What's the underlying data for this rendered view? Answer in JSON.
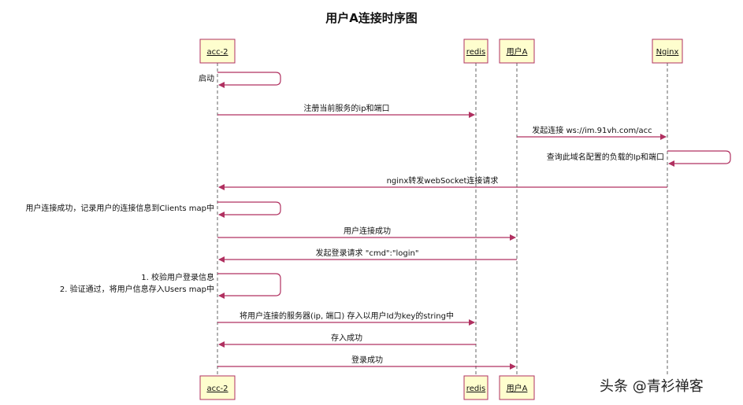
{
  "title": "用户A连接时序图",
  "participants": [
    {
      "id": "acc",
      "label": "acc-2"
    },
    {
      "id": "redis",
      "label": "redis"
    },
    {
      "id": "userA",
      "label": "用户A"
    },
    {
      "id": "nginx",
      "label": "Nginx"
    }
  ],
  "bottom_participants": [
    {
      "ref": "acc",
      "label": "acc-2"
    },
    {
      "ref": "redis",
      "label": "redis"
    },
    {
      "ref": "userA",
      "label": "用户A"
    }
  ],
  "messages": [
    {
      "from": "acc",
      "to": "acc",
      "label": "启动"
    },
    {
      "from": "acc",
      "to": "redis",
      "label": "注册当前服务的ip和端口"
    },
    {
      "from": "userA",
      "to": "nginx",
      "label": "发起连接 ws://im.91vh.com/acc"
    },
    {
      "from": "nginx",
      "to": "nginx",
      "label": "查询此域名配置的负载的Ip和端口"
    },
    {
      "from": "nginx",
      "to": "acc",
      "label": "nginx转发webSocket连接请求"
    },
    {
      "from": "acc",
      "to": "acc",
      "label": "用户连接成功，记录用户的连接信息到Clients map中"
    },
    {
      "from": "acc",
      "to": "userA",
      "label": "用户连接成功"
    },
    {
      "from": "userA",
      "to": "acc",
      "label": "发起登录请求 \"cmd\":\"login\""
    },
    {
      "from": "acc",
      "to": "acc",
      "label": "1. 校验用户登录信息",
      "label2": "2. 验证通过，将用户信息存入Users map中"
    },
    {
      "from": "acc",
      "to": "redis",
      "label": "将用户连接的服务器(ip, 端口) 存入以用户Id为key的string中"
    },
    {
      "from": "redis",
      "to": "acc",
      "label": "存入成功"
    },
    {
      "from": "acc",
      "to": "userA",
      "label": "登录成功"
    }
  ],
  "watermark": "头条 @青衫禅客",
  "colors": {
    "arrow": "#b03060",
    "box_fill": "#fefece",
    "box_stroke": "#b03060",
    "lifeline": "#666666",
    "text": "#111111"
  }
}
